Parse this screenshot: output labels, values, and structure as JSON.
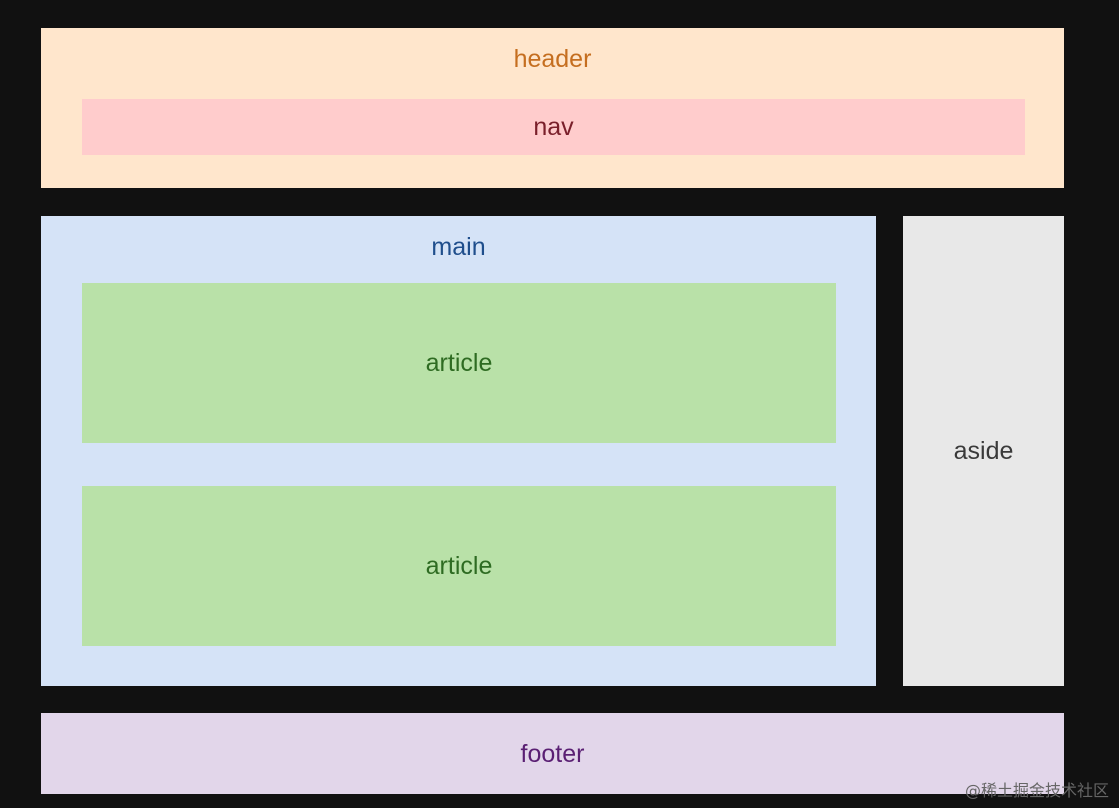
{
  "regions": {
    "header": {
      "label": "header",
      "bg": "#FFE6CC",
      "fg": "#C56E1F"
    },
    "nav": {
      "label": "nav",
      "bg": "#FFCCCC",
      "fg": "#7A1F2A"
    },
    "main": {
      "label": "main",
      "bg": "#D5E3F7",
      "fg": "#1F4E8C"
    },
    "articles": [
      {
        "label": "article",
        "bg": "#B9E1A8",
        "fg": "#2E6B22"
      },
      {
        "label": "article",
        "bg": "#B9E1A8",
        "fg": "#2E6B22"
      }
    ],
    "aside": {
      "label": "aside",
      "bg": "#E8E8E8",
      "fg": "#3A3A3A"
    },
    "footer": {
      "label": "footer",
      "bg": "#E2D6EA",
      "fg": "#5A1F73"
    }
  },
  "watermark": "@稀土掘金技术社区",
  "background": "#111111"
}
